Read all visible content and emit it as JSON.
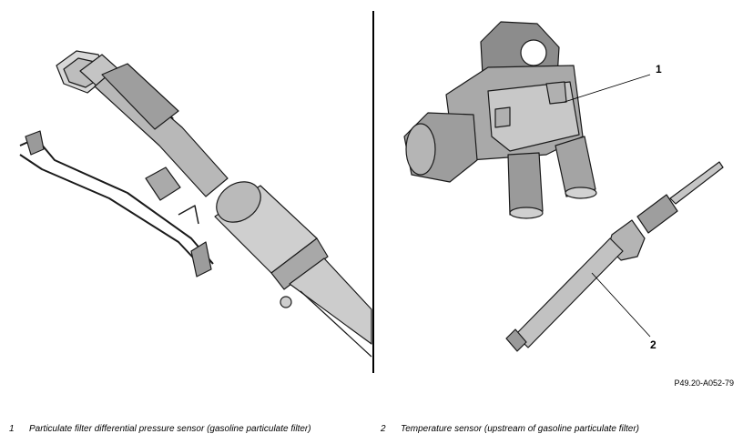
{
  "callouts": [
    {
      "number": "1"
    },
    {
      "number": "2"
    }
  ],
  "reference_code": "P49.20-A052-79",
  "legend": [
    {
      "number": "1",
      "text": "Particulate filter differential pressure sensor (gasoline particulate filter)"
    },
    {
      "number": "2",
      "text": "Temperature sensor (upstream of gasoline particulate filter)"
    }
  ]
}
